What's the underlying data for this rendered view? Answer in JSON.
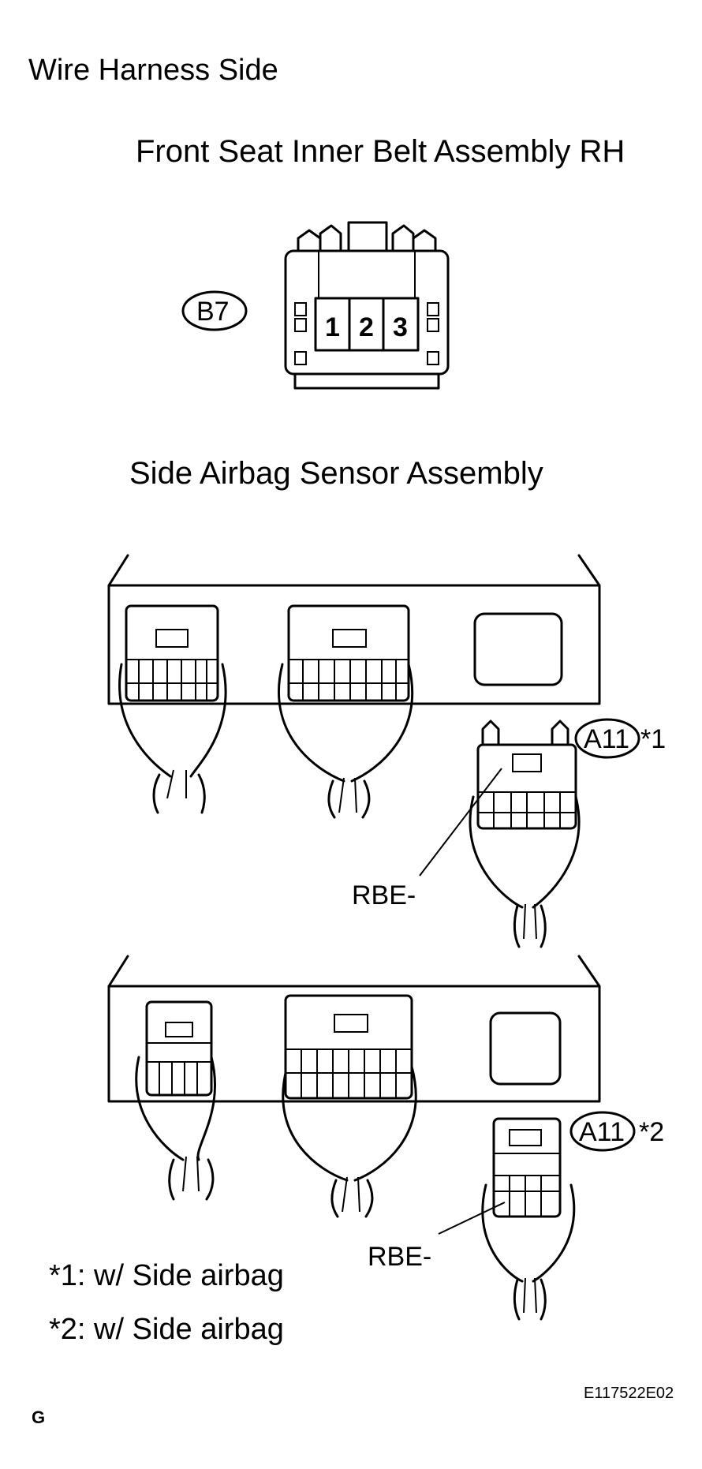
{
  "heading": "Wire Harness Side",
  "connector_b7": {
    "title": "Front Seat Inner Belt Assembly RH",
    "code": "B7",
    "pins": [
      "1",
      "2",
      "3"
    ]
  },
  "sensor": {
    "title": "Side Airbag Sensor Assembly",
    "upper": {
      "code": "A11",
      "note_ref": "*1",
      "pin_label": "RBE-"
    },
    "lower": {
      "code": "A11",
      "note_ref": "*2",
      "pin_label": "RBE-"
    }
  },
  "notes": [
    "*1: w/ Side airbag",
    "*2: w/ Side airbag"
  ],
  "footer": {
    "letter": "G",
    "figure_code": "E117522E02"
  }
}
